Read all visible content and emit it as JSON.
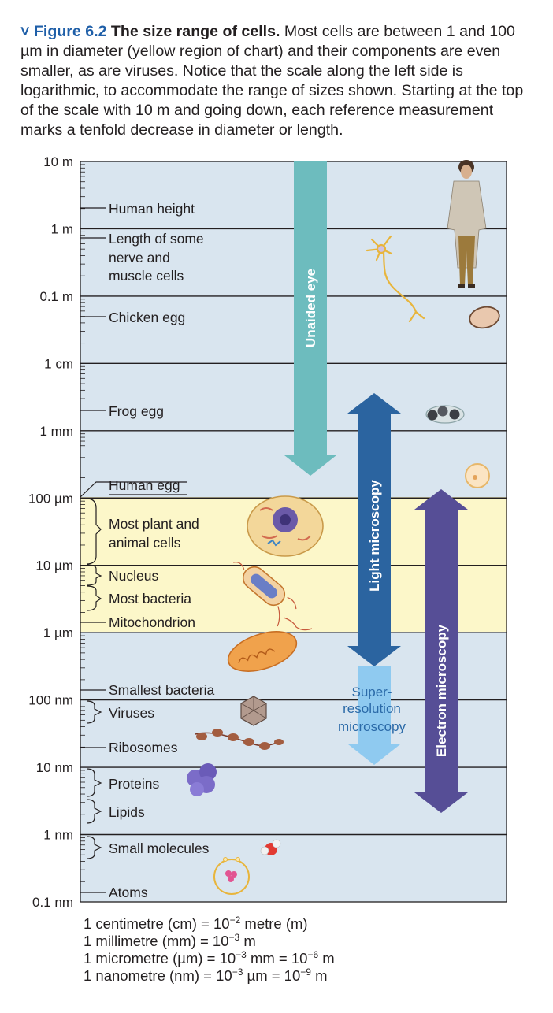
{
  "caption": {
    "figure_label": "Figure 6.2",
    "title": "The size range of cells.",
    "text": "Most cells are between 1 and 100 µm in diameter (yellow region of chart) and their components are even smaller, as are viruses. Notice that the scale along the left side is logarithmic, to accommodate the range of sizes shown. Starting at the top of the scale with 10 m and going down, each reference measurement marks a tenfold decrease in diameter or length."
  },
  "scale": [
    {
      "label": "10 m",
      "exp": 1
    },
    {
      "label": "1 m",
      "exp": 0
    },
    {
      "label": "0.1 m",
      "exp": -1
    },
    {
      "label": "1 cm",
      "exp": -2
    },
    {
      "label": "1 mm",
      "exp": -3
    },
    {
      "label": "100 µm",
      "exp": -4
    },
    {
      "label": "10 µm",
      "exp": -5
    },
    {
      "label": "1 µm",
      "exp": -6
    },
    {
      "label": "100 nm",
      "exp": -7
    },
    {
      "label": "10 nm",
      "exp": -8
    },
    {
      "label": "1 nm",
      "exp": -9
    },
    {
      "label": "0.1 nm",
      "exp": -10
    }
  ],
  "highlight_range": [
    "100 µm",
    "1 µm"
  ],
  "items": [
    {
      "id": "human-height",
      "lines": [
        "Human height"
      ]
    },
    {
      "id": "nerve-muscle",
      "lines": [
        "Length of some",
        "nerve and",
        "muscle cells"
      ]
    },
    {
      "id": "chicken-egg",
      "lines": [
        "Chicken egg"
      ]
    },
    {
      "id": "frog-egg",
      "lines": [
        "Frog egg"
      ]
    },
    {
      "id": "human-egg",
      "lines": [
        "Human egg"
      ]
    },
    {
      "id": "plant-animal-cells",
      "lines": [
        "Most plant and",
        "animal cells"
      ]
    },
    {
      "id": "nucleus",
      "lines": [
        "Nucleus"
      ]
    },
    {
      "id": "bacteria",
      "lines": [
        "Most bacteria"
      ]
    },
    {
      "id": "mitochondrion",
      "lines": [
        "Mitochondrion"
      ]
    },
    {
      "id": "smallest-bacteria",
      "lines": [
        "Smallest bacteria"
      ]
    },
    {
      "id": "viruses",
      "lines": [
        "Viruses"
      ]
    },
    {
      "id": "ribosomes",
      "lines": [
        "Ribosomes"
      ]
    },
    {
      "id": "proteins",
      "lines": [
        "Proteins"
      ]
    },
    {
      "id": "lipids",
      "lines": [
        "Lipids"
      ]
    },
    {
      "id": "small-molecules",
      "lines": [
        "Small molecules"
      ]
    },
    {
      "id": "atoms",
      "lines": [
        "Atoms"
      ]
    }
  ],
  "ranges": {
    "unaided_eye": {
      "label": "Unaided eye",
      "color": "#6dbcbe"
    },
    "light_microscopy": {
      "label": "Light microscopy",
      "color": "#2b64a0"
    },
    "super_resolution": {
      "lines": [
        "Super-",
        "resolution",
        "microscopy"
      ],
      "color": "#8fcaf0"
    },
    "electron_microscopy": {
      "label": "Electron microscopy",
      "color": "#564e96"
    }
  },
  "colors": {
    "chart_bg": "#d9e5ef",
    "highlight": "#fcf7c9",
    "figure_label": "#1f5fa8"
  },
  "units": {
    "cm": {
      "prefix": "1 centimetre (cm) = 10",
      "exp": "−2",
      "suffix": " metre (m)"
    },
    "mm": {
      "prefix": "1 millimetre (mm) = 10",
      "exp": "−3",
      "suffix": " m"
    },
    "um": {
      "prefix": "1 micrometre (µm) = 10",
      "exp": "−3",
      "mid": " mm = 10",
      "exp2": "−6",
      "suffix": " m"
    },
    "nm": {
      "prefix": "1 nanometre (nm) = 10",
      "exp": "−3",
      "mid": " µm = 10",
      "exp2": "−9",
      "suffix": " m"
    }
  }
}
